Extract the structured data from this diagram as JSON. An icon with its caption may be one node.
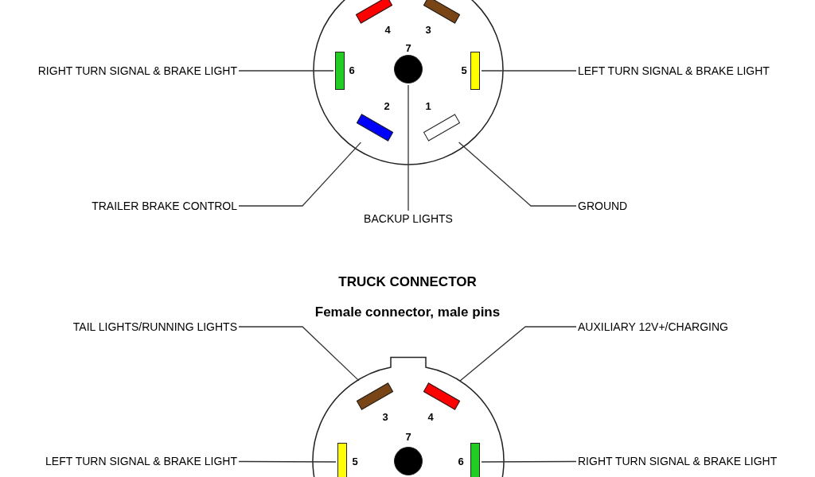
{
  "diagram": {
    "nodes": [
      {
        "text": [],
        "shape": "circle"
      },
      {
        "text": [],
        "shape": "bar",
        "in": 0,
        "beside": [
          "4"
        ]
      },
      {
        "text": [],
        "shape": "bar",
        "in": 0,
        "beside": [
          "3"
        ]
      },
      {
        "text": [],
        "shape": "circle",
        "in": 0,
        "beside": [
          "7"
        ]
      },
      {
        "text": [],
        "shape": "bar",
        "in": 0,
        "beside": [
          "6"
        ]
      },
      {
        "text": [],
        "shape": "bar",
        "in": 0,
        "beside": [
          "5"
        ]
      },
      {
        "text": [],
        "shape": "bar",
        "in": 0,
        "beside": [
          "2"
        ]
      },
      {
        "text": [],
        "shape": "bar",
        "in": 0,
        "beside": [
          "1"
        ]
      },
      {
        "text": [
          "RIGHT TURN SIGNAL & BRAKE LIGHT"
        ]
      },
      {
        "text": [
          "LEFT TURN SIGNAL & BRAKE LIGHT"
        ]
      },
      {
        "text": [
          "TRAILER BRAKE CONTROL"
        ]
      },
      {
        "text": [
          "GROUND"
        ]
      },
      {
        "text": [
          "BACKUP LIGHTS"
        ]
      },
      {
        "text": [
          "TAIL LIGHTS/RUNNING LIGHTS"
        ]
      },
      {
        "text": [
          "AUXILIARY 12V+/CHARGING"
        ]
      },
      {
        "text": [],
        "shape": "circle"
      },
      {
        "text": [],
        "shape": "bar",
        "in": 15,
        "beside": [
          "3"
        ]
      },
      {
        "text": [],
        "shape": "bar",
        "in": 15,
        "beside": [
          "4"
        ]
      },
      {
        "text": [],
        "shape": "circle",
        "in": 15,
        "beside": [
          "7"
        ]
      },
      {
        "text": [],
        "shape": "bar",
        "in": 15,
        "beside": [
          "5"
        ]
      },
      {
        "text": [],
        "shape": "bar",
        "in": 15,
        "beside": [
          "6"
        ]
      },
      {
        "text": [
          "LEFT TURN SIGNAL & BRAKE LIGHT"
        ]
      },
      {
        "text": [
          "RIGHT TURN SIGNAL & BRAKE LIGHT"
        ]
      }
    ],
    "edges": [
      {
        "from": 8,
        "to": 4,
        "arrow": "none"
      },
      {
        "from": 9,
        "to": 5,
        "arrow": "none"
      },
      {
        "from": 10,
        "to": 6,
        "arrow": "none"
      },
      {
        "from": 12,
        "to": 3,
        "arrow": "none"
      },
      {
        "from": 11,
        "to": 7,
        "arrow": "none"
      },
      {
        "from": 13,
        "to": 16,
        "arrow": "none"
      },
      {
        "from": 14,
        "to": 17,
        "arrow": "none"
      },
      {
        "from": 21,
        "to": 19,
        "arrow": "none"
      },
      {
        "from": 22,
        "to": 20,
        "arrow": "none"
      }
    ],
    "labels": [
      "TRUCK CONNECTOR",
      "Female connector, male pins"
    ]
  }
}
